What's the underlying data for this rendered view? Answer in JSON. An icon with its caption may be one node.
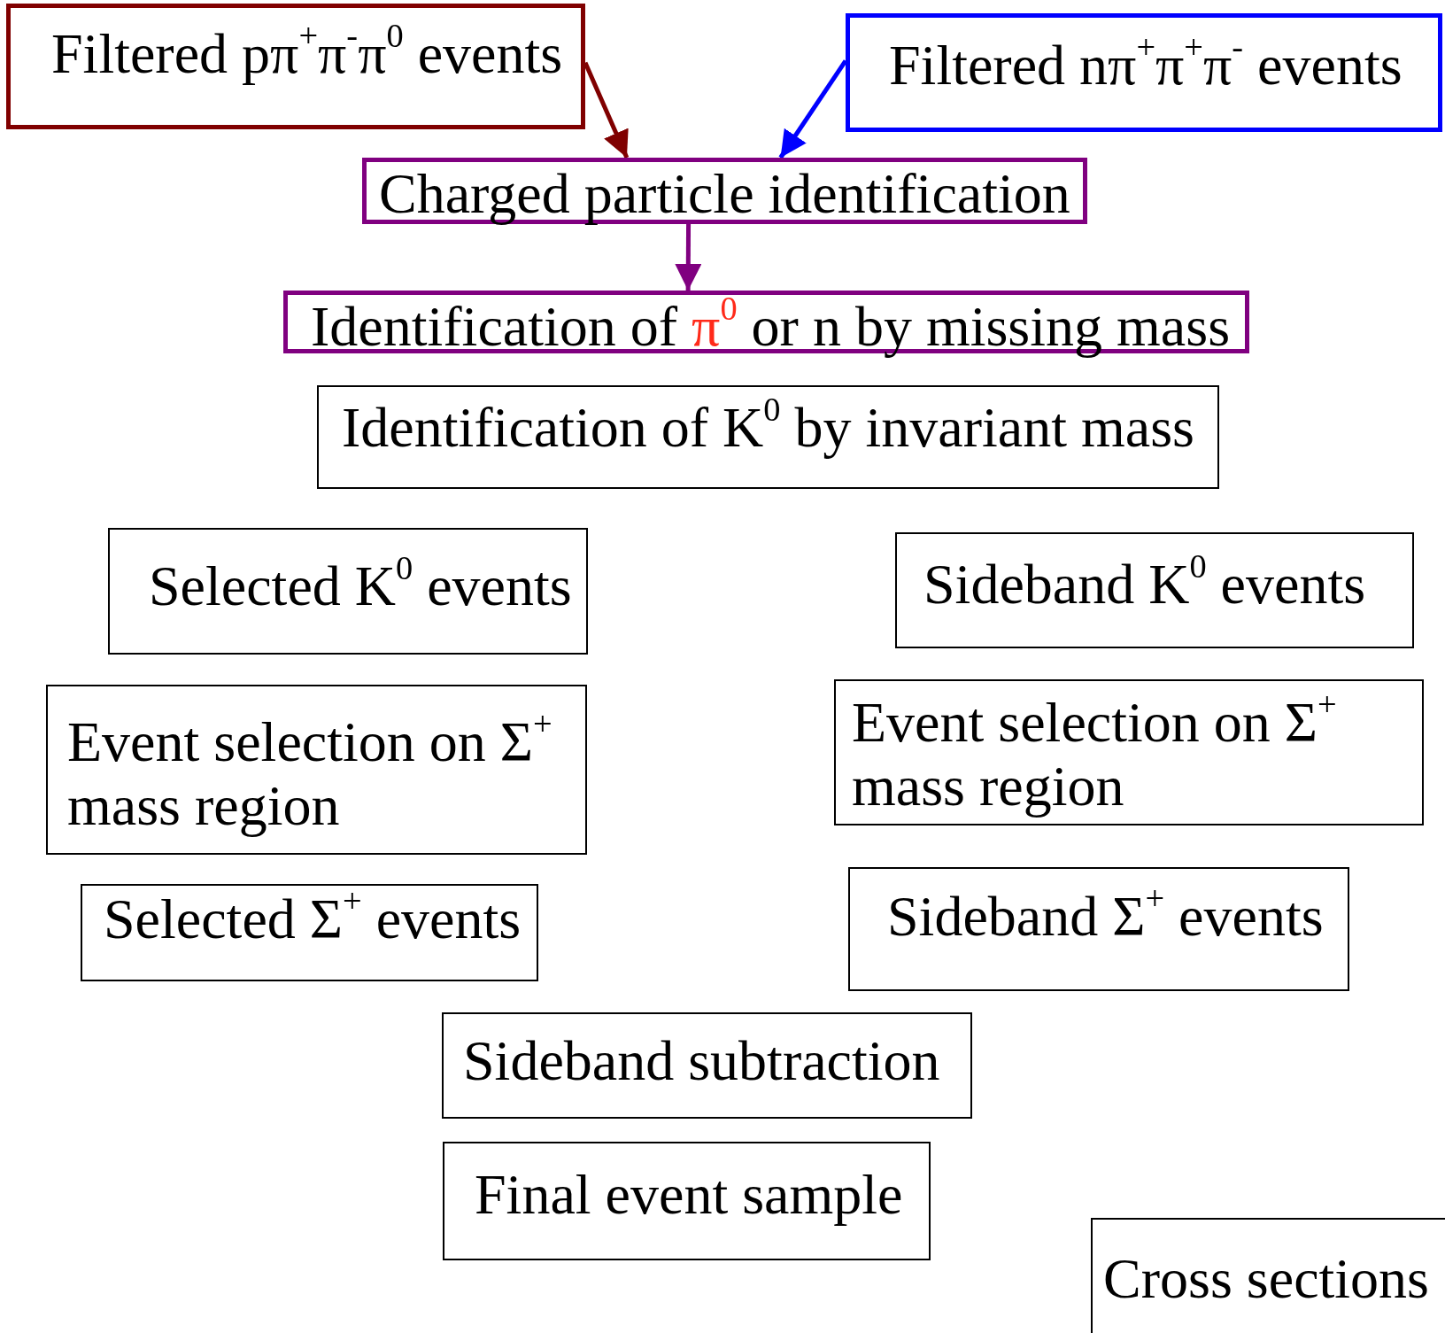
{
  "diagram": {
    "nodes": [
      {
        "text": [
          "Filtered pπ$^{+}$π$^{-}$π$^{0}$ events"
        ]
      },
      {
        "text": [
          "Filtered nπ$^{+}$π$^{+}$π$^{-}$ events"
        ]
      },
      {
        "text": [
          "Charged particle identification"
        ]
      },
      {
        "text": [
          "Identification of π$^{0}$ or n by missing mass"
        ]
      },
      {
        "text": [
          "Identification of K$^{0}$ by invariant mass"
        ]
      },
      {
        "text": [
          "Selected K$^{0}$ events"
        ]
      },
      {
        "text": [
          "Sideband K$^{0}$ events"
        ]
      },
      {
        "text": [
          "Event selection on Σ$^{+}$ mass region"
        ]
      },
      {
        "text": [
          "Event selection on Σ$^{+}$ mass region"
        ]
      },
      {
        "text": [
          "Selected Σ$^{+}$ events"
        ]
      },
      {
        "text": [
          "Sideband Σ$^{+}$ events"
        ]
      },
      {
        "text": [
          "Sideband subtraction"
        ]
      },
      {
        "text": [
          "Final event sample"
        ]
      },
      {
        "text": [
          "Cross sections"
        ]
      }
    ],
    "edges": [
      {
        "from": 0,
        "to": 2,
        "arrow": "to",
        "color": "#800000"
      },
      {
        "from": 1,
        "to": 2,
        "arrow": "to",
        "color": "#0000ff"
      },
      {
        "from": 2,
        "to": 3,
        "arrow": "to",
        "color": "#800080"
      }
    ]
  }
}
